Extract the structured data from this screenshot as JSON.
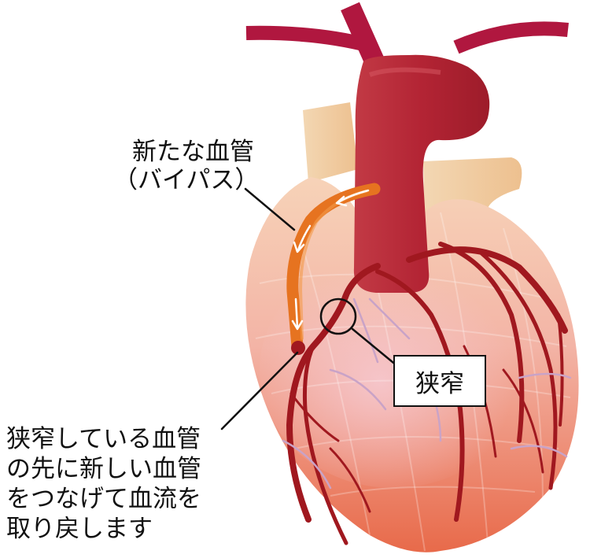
{
  "labels": {
    "bypass_line1": "新たな血管",
    "bypass_line2": "（バイパス）",
    "stenosis": "狭窄",
    "description": [
      "狭窄している血管",
      "の先に新しい血管",
      "をつなげて血流を",
      "取り戻します"
    ]
  },
  "colors": {
    "aorta": "#b52a3a",
    "branch_vessels": "#a8191f",
    "coronary_artery": "#9e1c22",
    "bypass_graft": "#e8731f",
    "heart_muscle": "#f4b59c",
    "atrium": "#f1cda2",
    "line": "#111111"
  }
}
